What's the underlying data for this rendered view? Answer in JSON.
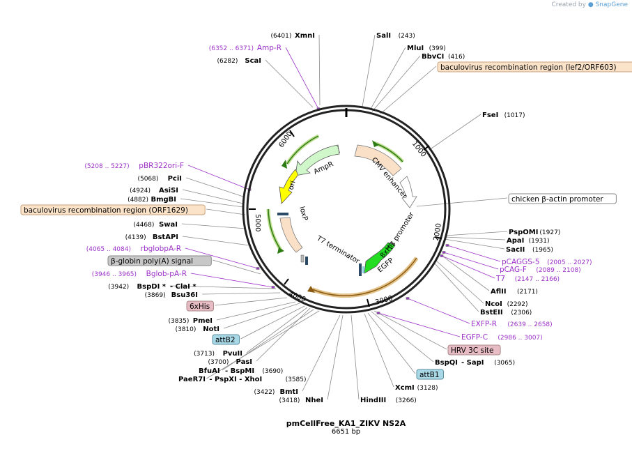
{
  "app": {
    "credit_prefix": "Created by",
    "credit_brand": "SnapGene"
  },
  "plasmid": {
    "name": "pmCellFree_KA1_ZIKV NS2A",
    "size": "6651 bp",
    "tick_labels": [
      "1000",
      "2000",
      "3000",
      "4000",
      "5000",
      "6000"
    ]
  },
  "colors": {
    "enzyme": "#000000",
    "primer": "#9b30c8",
    "feature_label_bg": "#fbe3c9",
    "feature_label_border": "#c9a27a",
    "ampr": "#cff7c9",
    "ori": "#ffff00",
    "egfp": "#22dd22",
    "cmv": "#fbe0c8",
    "orf_arrow": "#d4a24a"
  },
  "map_features": {
    "ampr": "AmpR",
    "ori": "ori",
    "cmv": "CMV enhancer",
    "loxp": "loxP",
    "t7_term": "T7 terminator",
    "t7_prom": "T7 promoter",
    "his8": "8xHis",
    "egfp": "EGFP"
  },
  "labels": [
    {
      "id": "xmni",
      "pos": "(6401)",
      "name": "XmnI",
      "type": "enzyme"
    },
    {
      "id": "ampr_primer",
      "pos": "(6352 .. 6371)",
      "name": "Amp-R",
      "type": "primer"
    },
    {
      "id": "scai",
      "pos": "(6282)",
      "name": "ScaI",
      "type": "enzyme"
    },
    {
      "id": "sali",
      "pos": "(243)",
      "name": "SalI",
      "type": "enzyme"
    },
    {
      "id": "mlui",
      "pos": "(399)",
      "name": "MluI",
      "type": "enzyme"
    },
    {
      "id": "bbvci",
      "pos": "(416)",
      "name": "BbvCI",
      "type": "enzyme"
    },
    {
      "id": "bac1",
      "name": "baculovirus recombination region (lef2/ORF603)",
      "type": "feature"
    },
    {
      "id": "fsei",
      "pos": "(1017)",
      "name": "FseI",
      "type": "enzyme"
    },
    {
      "id": "cba",
      "name": "chicken β-actin promoter",
      "type": "feature-white"
    },
    {
      "id": "pbr",
      "pos": "(5208 .. 5227)",
      "name": "pBR322ori-F",
      "type": "primer"
    },
    {
      "id": "pcii",
      "pos": "(5068)",
      "name": "PciI",
      "type": "enzyme"
    },
    {
      "id": "asisi",
      "pos": "(4924)",
      "name": "AsiSI",
      "type": "enzyme"
    },
    {
      "id": "bmgbi",
      "pos": "(4882)",
      "name": "BmgBI",
      "type": "enzyme"
    },
    {
      "id": "bac2",
      "name": "baculovirus recombination region (ORF1629)",
      "type": "feature"
    },
    {
      "id": "swai",
      "pos": "(4468)",
      "name": "SwaI",
      "type": "enzyme"
    },
    {
      "id": "bstapi",
      "pos": "(4139)",
      "name": "BstAPI",
      "type": "enzyme"
    },
    {
      "id": "rbglob",
      "pos": "(4065 .. 4084)",
      "name": "rbglobpA-R",
      "type": "primer"
    },
    {
      "id": "bglobin",
      "name": "β-globin poly(A) signal",
      "type": "feature-gray"
    },
    {
      "id": "bglob",
      "pos": "(3946 .. 3965)",
      "name": "Bglob-pA-R",
      "type": "primer"
    },
    {
      "id": "bspdi",
      "pos": "(3942)",
      "name": "BspDI *",
      "extra": "- ClaI *",
      "type": "enzyme"
    },
    {
      "id": "bsu36i",
      "pos": "(3869)",
      "name": "Bsu36I",
      "type": "enzyme"
    },
    {
      "id": "his6",
      "name": "6xHis",
      "type": "feature-pink"
    },
    {
      "id": "pmei",
      "pos": "(3835)",
      "name": "PmeI",
      "type": "enzyme"
    },
    {
      "id": "noti",
      "pos": "(3810)",
      "name": "NotI",
      "type": "enzyme"
    },
    {
      "id": "attb2",
      "name": "attB2",
      "type": "feature-blue"
    },
    {
      "id": "pvuii",
      "pos": "(3713)",
      "name": "PvuII",
      "type": "enzyme"
    },
    {
      "id": "pasi",
      "pos": "(3700)",
      "name": "PasI",
      "type": "enzyme"
    },
    {
      "id": "bfuai",
      "pos": "(3690)",
      "name": "BfuAI",
      "extra": "- BspMI",
      "type": "enzyme"
    },
    {
      "id": "paer7i",
      "pos": "(3585)",
      "name": "PaeR7I",
      "extra": "- PspXI   - XhoI",
      "type": "enzyme"
    },
    {
      "id": "bmti",
      "pos": "(3422)",
      "name": "BmtI",
      "type": "enzyme"
    },
    {
      "id": "nhei",
      "pos": "(3418)",
      "name": "NheI",
      "type": "enzyme"
    },
    {
      "id": "hindiii",
      "pos": "(3266)",
      "name": "HindIII",
      "type": "enzyme"
    },
    {
      "id": "xcmi",
      "pos": "(3128)",
      "name": "XcmI",
      "type": "enzyme"
    },
    {
      "id": "attb1",
      "name": "attB1",
      "type": "feature-blue"
    },
    {
      "id": "bspqi",
      "pos": "(3065)",
      "name": "BspQI",
      "extra": "- SapI",
      "type": "enzyme"
    },
    {
      "id": "hrv",
      "name": "HRV 3C site",
      "type": "feature-pink"
    },
    {
      "id": "egfpc",
      "pos": "(2986 .. 3007)",
      "name": "EGFP-C",
      "type": "primer"
    },
    {
      "id": "egfpr",
      "pos": "(2639 .. 2658)",
      "name": "EXFP-R",
      "type": "primer"
    },
    {
      "id": "bsteii",
      "pos": "(2306)",
      "name": "BstEII",
      "type": "enzyme"
    },
    {
      "id": "ncoi",
      "pos": "(2292)",
      "name": "NcoI",
      "type": "enzyme"
    },
    {
      "id": "aflii",
      "pos": "(2171)",
      "name": "AflII",
      "type": "enzyme"
    },
    {
      "id": "t7",
      "pos": "(2147 .. 2166)",
      "name": "T7",
      "type": "primer"
    },
    {
      "id": "pcag",
      "pos": "(2089 .. 2108)",
      "name": "pCAG-F",
      "type": "primer"
    },
    {
      "id": "pcaggs",
      "pos": "(2005 .. 2027)",
      "name": "pCAGGS-5",
      "type": "primer"
    },
    {
      "id": "saci",
      "pos": "(1965)",
      "name": "SacII",
      "type": "enzyme"
    },
    {
      "id": "apai",
      "pos": "(1931)",
      "name": "ApaI",
      "type": "enzyme"
    },
    {
      "id": "pspomi",
      "pos": "(1927)",
      "name": "PspOMI",
      "type": "enzyme"
    }
  ]
}
